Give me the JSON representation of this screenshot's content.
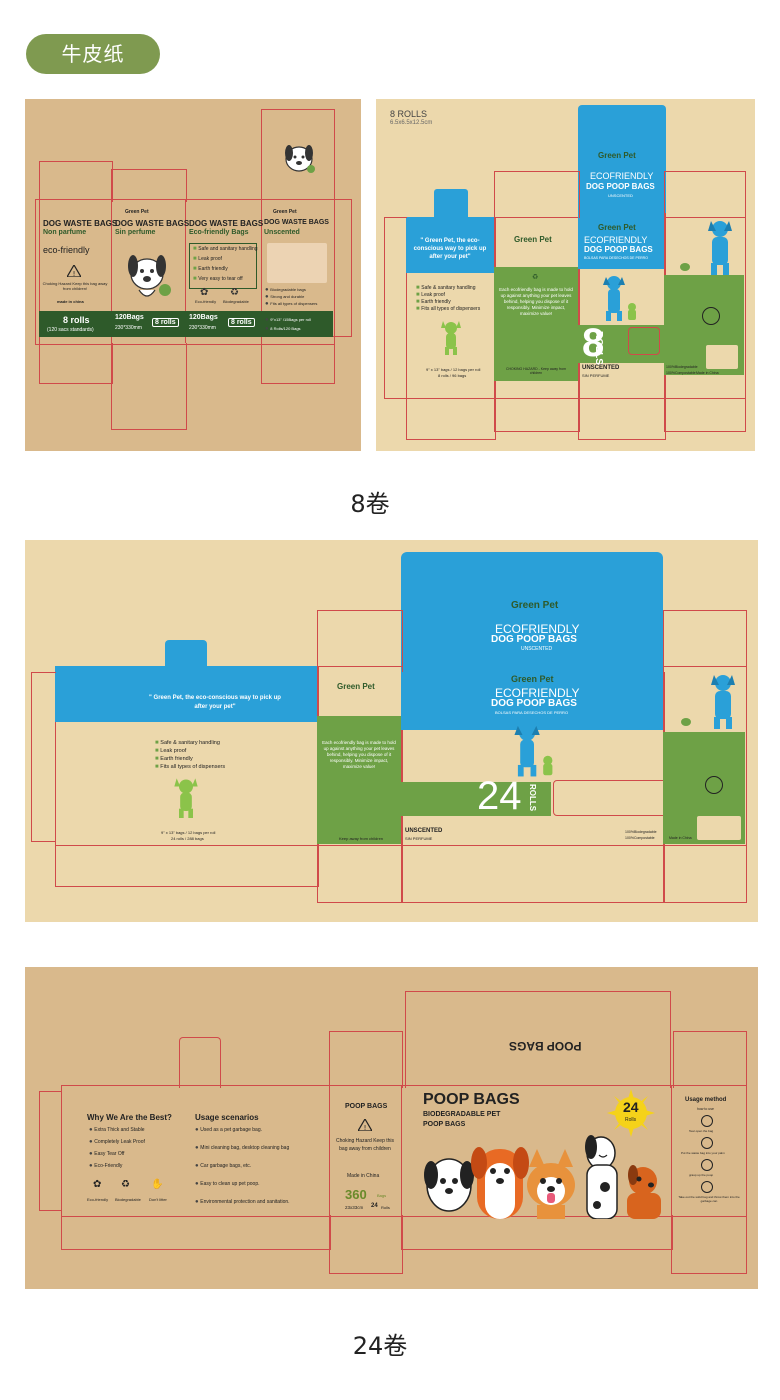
{
  "top_label": "牛皮纸",
  "caption_8": "8卷",
  "caption_24": "24卷",
  "kraft_box": {
    "panel1": {
      "title": "DOG WASTE BAGS",
      "subtitle": "Non parfume",
      "eco": "eco-friendly",
      "warning": "Choking Hazard Keep this bag away from children!",
      "made": "made in china",
      "rolls": "8 rolls",
      "rolls_sub": "(120 sacs standards)"
    },
    "panel2": {
      "brand": "Green Pet",
      "title": "DOG WASTE BAGS",
      "subtitle": "Sin perfume",
      "count": "120Bags",
      "size": "230*330mm",
      "rolls": "8 rolls"
    },
    "panel3": {
      "title": "DOG WASTE BAGS",
      "subtitle": "Eco-friendly Bags",
      "features": [
        "Safe and sanitary handling",
        "Leak proof",
        "Earth friendly",
        "Very easy to tear off"
      ],
      "icon1": "Eco-friendly",
      "icon2": "Biodegradable",
      "count": "120Bags",
      "size": "230*330mm",
      "rolls": "8 rolls"
    },
    "panel4": {
      "brand": "Green Pet",
      "title": "DOG WASTE BAGS",
      "subtitle": "Unscented",
      "features": [
        "Biodegradable bags",
        "Strong and durable",
        "Fits all types of dispensers"
      ],
      "spec1": "9\"x13\" /15Bags per roll",
      "spec2": "8 Rolls/120 Bags"
    }
  },
  "green_box_8": {
    "header": "8 ROLLS",
    "dims": "6.5x6.5x12.5cm",
    "brand": "Green Pet",
    "title1": "ECOFRIENDLY",
    "title2": "DOG POOP BAGS",
    "unscented": "UNSCENTED",
    "sub_es": "BOLSAS PARA DESECHOS DE PERRO",
    "slogan": "\" Green Pet, the eco-conscious way to pick up after your pet\"",
    "features": [
      "Safe & sanitary handling",
      "Leak proof",
      "Earth friendly",
      "Fits all types of dispensers"
    ],
    "spec": "9\" x 13\" bags / 12 bags per roll",
    "spec2": "8 rolls / 96 bags",
    "green_text": "Each ecofriendly bag is made to hold up against anything your pet leaves behind, helping you dispose of it responsibly. Minimize impact, maximize value!",
    "choking": "CHOKING HAZARD - Keep away from children",
    "big_num": "8",
    "big_word": "ROLLS",
    "unscented2": "UNSCENTED",
    "unscented_es": "SIN PERFUME",
    "bio": "100%Biodegradable",
    "comp": "100%Compostable",
    "made": "Made in China"
  },
  "green_box_24": {
    "brand": "Green Pet",
    "title1": "ECOFRIENDLY",
    "title2": "DOG POOP BAGS",
    "unscented": "UNSCENTED",
    "sub_es": "BOLSAS PARA DESECHOS DE PERRO",
    "slogan": "\" Green Pet, the eco-conscious way to pick up after your pet\"",
    "features": [
      "Safe & sanitary handling",
      "Leak proof",
      "Earth friendly",
      "Fits all types of dispensers"
    ],
    "spec": "9\" x 13\" bags / 12 bags per roll",
    "spec2": "24 rolls / 288 bags",
    "green_text": "Each ecofriendly bag is made to hold up against anything your pet leaves behind, helping you dispose of it responsibly. Minimize impact, maximize value!",
    "choking": "Keep away from children",
    "big_num": "24",
    "big_word": "ROLLS",
    "unscented2": "UNSCENTED",
    "unscented_es": "SIN PERFUME",
    "bio": "100%Biodegradable",
    "comp": "100%Compostable",
    "made": "Made in China"
  },
  "poop_box_24": {
    "why_title": "Why We Are the Best?",
    "why_items": [
      "Extra Thick and Stable",
      "Completely Leak Proof",
      "Easy Tear Off",
      "Eco-Friendly"
    ],
    "icons": [
      "Eco-friendly",
      "Biodegradable",
      "Don't litter"
    ],
    "usage_title": "Usage scenarios",
    "usage_items": [
      "Used as a pet garbage bag.",
      "Mini cleaning bag, desktop cleaning bag",
      "Car garbage bags, etc.",
      "Easy to clean up pet poop.",
      "Environmental protection and sanitation."
    ],
    "side_title": "POOP BAGS",
    "side_warning": "Choking Hazard Keep this bag away from children",
    "side_made": "Made in China",
    "side_count": "360",
    "side_count_unit": "Bags",
    "side_size": "23x33cm",
    "side_rolls": "24",
    "side_rolls_unit": "Rolls",
    "flap_text": "POOP BAGS",
    "front_title": "POOP BAGS",
    "front_sub1": "BIODEGRADABLE PET",
    "front_sub2": "POOP BAGS",
    "badge_num": "24",
    "badge_unit": "Rolls",
    "usage_method": "Usage method",
    "usage_sub": "how to use",
    "steps": [
      "Tear open the bag",
      "Put the waste bag into your palm",
      "grasp up the poop",
      "Take out the solid bag and throw them into the garbage can"
    ]
  },
  "colors": {
    "kraft": "#d9b98c",
    "kraft_light": "#ecd8ac",
    "pill": "#7f9a50",
    "blue": "#2aa0d8",
    "green": "#6ea146",
    "dark_green": "#2e5a2a",
    "die_line": "#d04a4a"
  }
}
